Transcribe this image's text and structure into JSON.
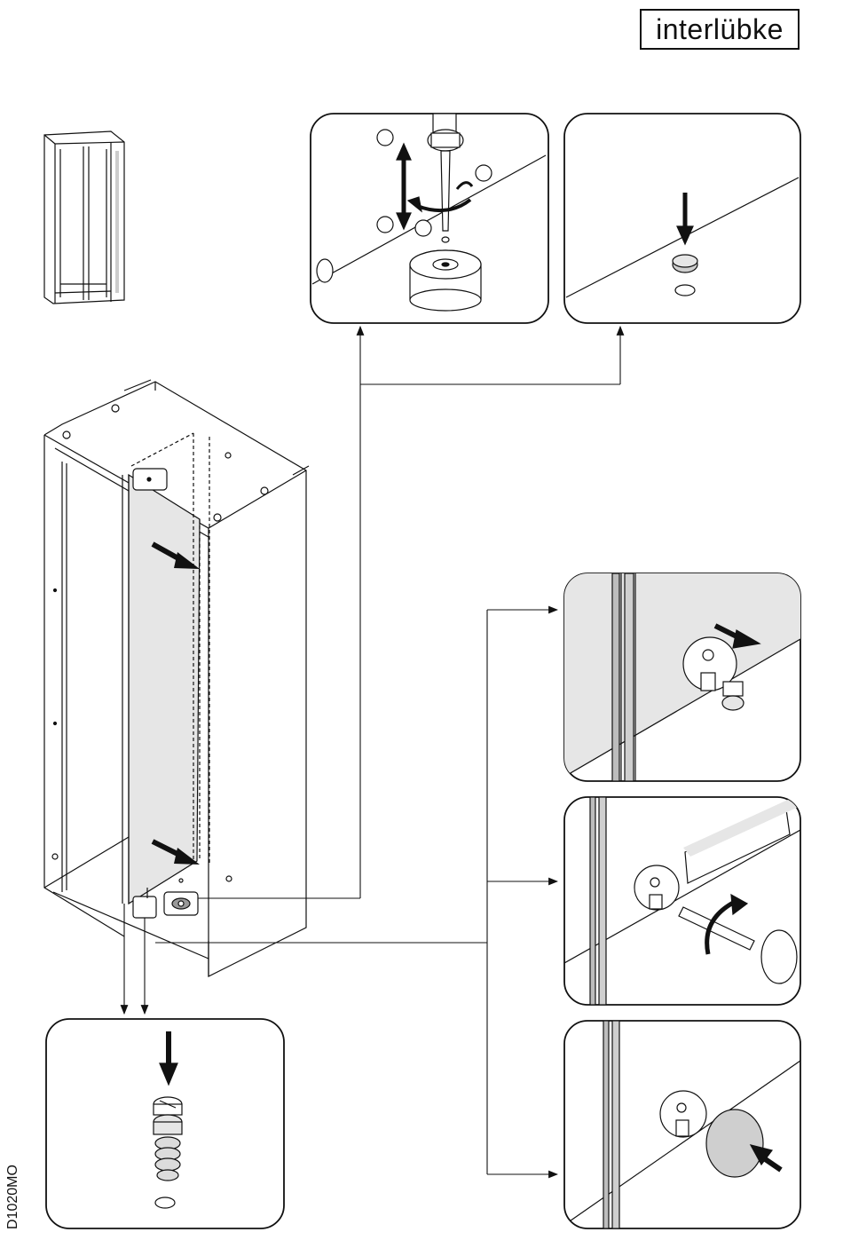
{
  "brand": {
    "logo_text": "interlübke"
  },
  "document": {
    "code": "D1020MO"
  },
  "colors": {
    "line": "#111111",
    "panel_fill": "#e6e6e6",
    "detail_fill": "#dcdcdc"
  },
  "steps": {
    "top_left_detail": {
      "markers": [
        "circle-1",
        "circle-2",
        "circle-3",
        "circle-4"
      ]
    },
    "top_right_detail": {},
    "bottom_left_detail": {},
    "right_details": [
      {},
      {},
      {}
    ]
  }
}
